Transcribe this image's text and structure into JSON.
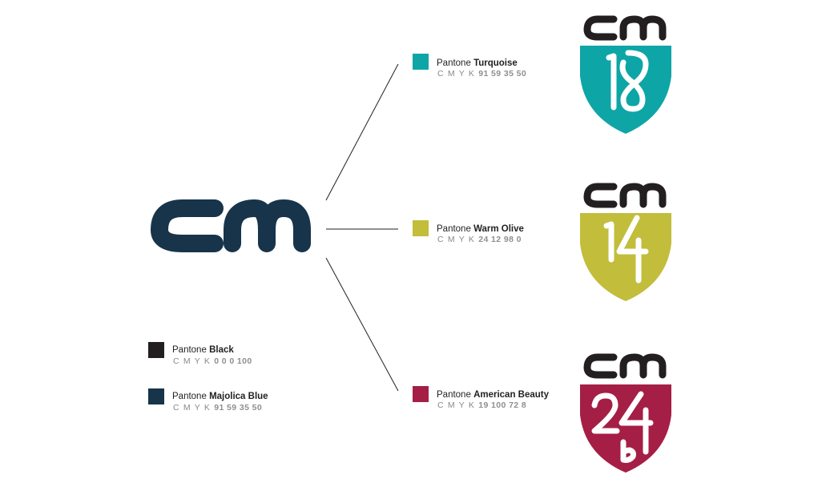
{
  "colors": {
    "black": "#231f20",
    "majolica_blue": "#17344a",
    "turquoise": "#0ea5a7",
    "warm_olive": "#c2bd3b",
    "american_beauty": "#a51e45",
    "cmyk_gray": "#8a8a8a"
  },
  "main_logo": {
    "text": "cm"
  },
  "base_colors": [
    {
      "prefix": "Pantone",
      "name": "Black",
      "cmyk_label": "C M Y K",
      "cmyk_values": "0 0 0 100"
    },
    {
      "prefix": "Pantone",
      "name": "Majolica Blue",
      "cmyk_label": "C M Y K",
      "cmyk_values": "91 59 35 50"
    }
  ],
  "variants": [
    {
      "prefix": "Pantone",
      "name": "Turquoise",
      "cmyk_label": "C M Y K",
      "cmyk_values": "91 59 35 50",
      "badge_top": "cm",
      "badge_number": "18"
    },
    {
      "prefix": "Pantone",
      "name": "Warm Olive",
      "cmyk_label": "C M Y K",
      "cmyk_values": "24 12 98 0",
      "badge_top": "cm",
      "badge_number": "14"
    },
    {
      "prefix": "Pantone",
      "name": "American Beauty",
      "cmyk_label": "C M Y K",
      "cmyk_values": "19 100 72 8",
      "badge_top": "cm",
      "badge_number": "24",
      "badge_sub": "b"
    }
  ]
}
